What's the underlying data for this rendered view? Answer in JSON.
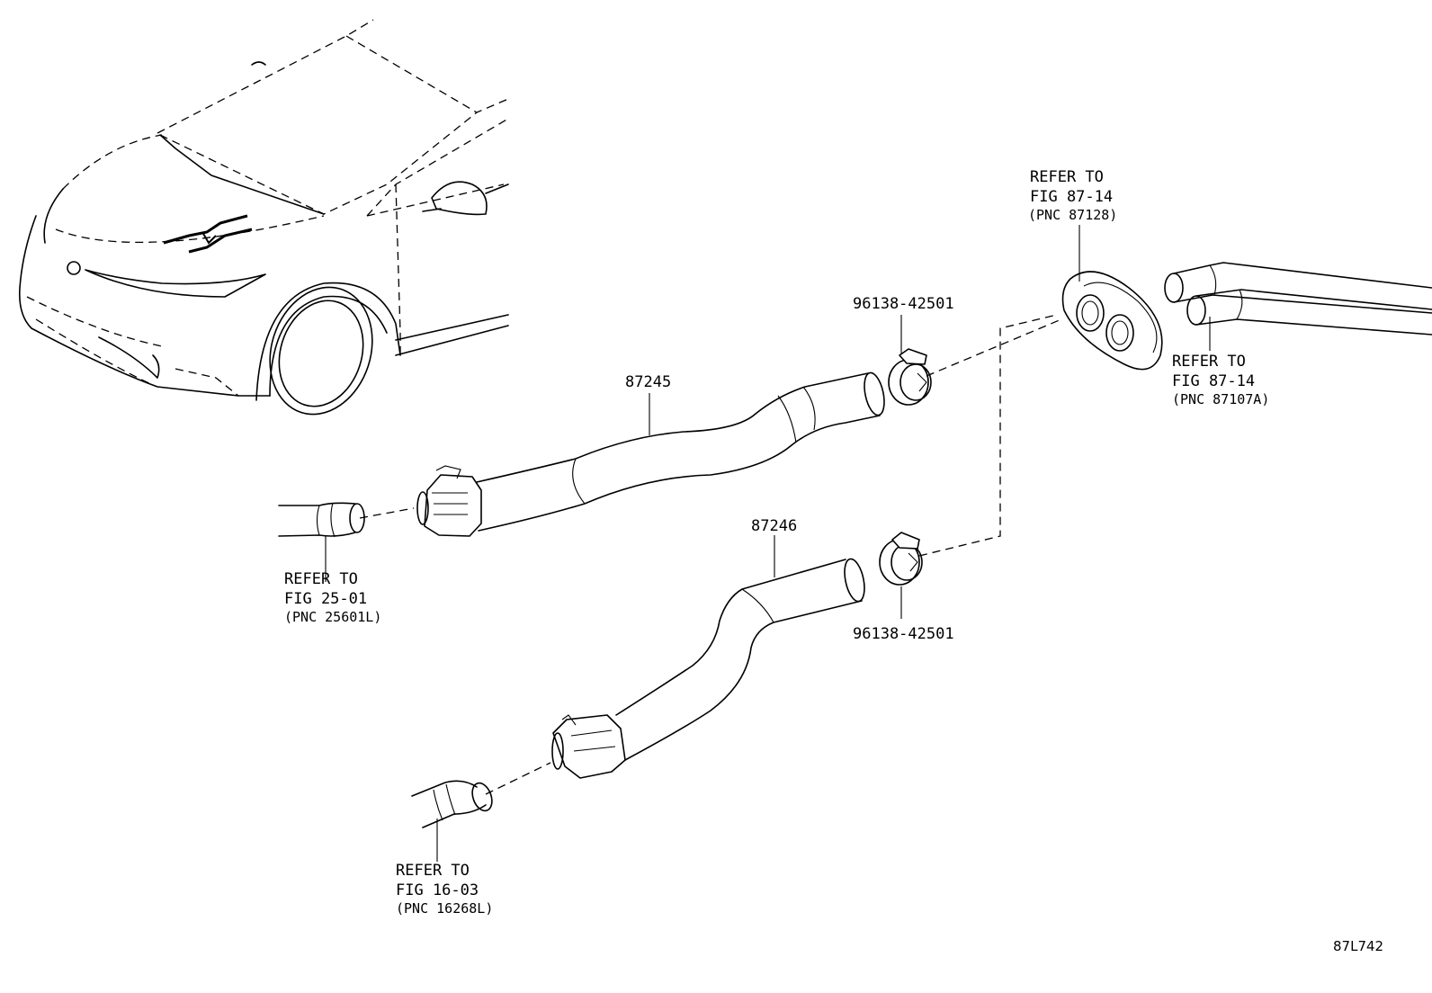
{
  "parts": {
    "hose_upper": "87245",
    "hose_lower": "87246",
    "clamp_upper": "96138-42501",
    "clamp_lower": "96138-42501"
  },
  "refs": {
    "ref_left": {
      "line1": "REFER TO",
      "line2": "FIG 25-01",
      "line3": "(PNC 25601L)"
    },
    "ref_bottom": {
      "line1": "REFER TO",
      "line2": "FIG 16-03",
      "line3": "(PNC 16268L)"
    },
    "ref_grommet": {
      "line1": "REFER TO",
      "line2": "FIG 87-14",
      "line3": "(PNC 87128)"
    },
    "ref_pipes": {
      "line1": "REFER TO",
      "line2": "FIG 87-14",
      "line3": "(PNC 87107A)"
    }
  },
  "figure_code": "87L742"
}
